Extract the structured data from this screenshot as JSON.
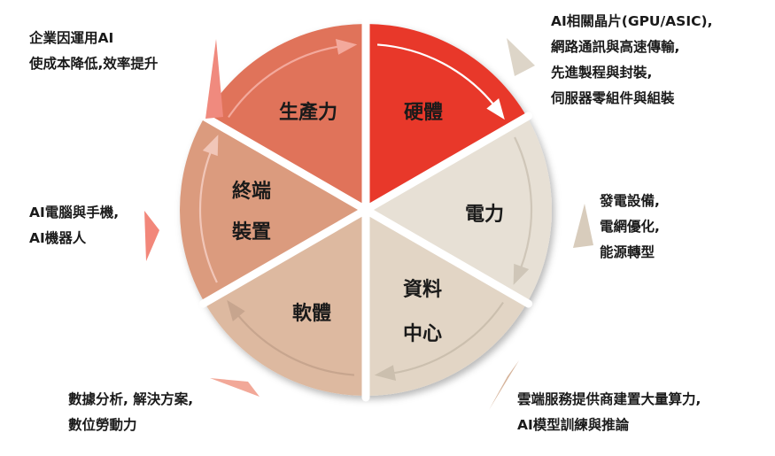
{
  "segments": [
    {
      "id": "productivity",
      "label_lines": [
        "生產力"
      ],
      "color": "#e8382c"
    },
    {
      "id": "hardware",
      "label_lines": [
        "硬體"
      ],
      "color": "#e7e0d5"
    },
    {
      "id": "power",
      "label_lines": [
        "電力"
      ],
      "color": "#e2d5c5"
    },
    {
      "id": "datacenter",
      "label_lines": [
        "資料",
        "中心"
      ],
      "color": "#ddb9a0"
    },
    {
      "id": "software",
      "label_lines": [
        "軟體"
      ],
      "color": "#db9b7e"
    },
    {
      "id": "devices",
      "label_lines": [
        "終端",
        "裝置"
      ],
      "color": "#e0735a"
    }
  ],
  "notes": {
    "productivity": [
      "企業因運用AI",
      "使成本降低,效率提升"
    ],
    "hardware": [
      "AI相關晶片(GPU/ASIC),",
      "網路通訊與高速傳輸,",
      "先進製程與封裝,",
      "伺服器零組件與組裝"
    ],
    "power": [
      "發電設備,",
      "電網優化,",
      "能源轉型"
    ],
    "datacenter": [
      "雲端服務提供商建置大量算力,",
      "AI模型訓練與推論"
    ],
    "software": [
      "數據分析, 解決方案,",
      "數位勞動力"
    ],
    "devices": [
      "AI電腦與手機,",
      "AI機器人"
    ]
  },
  "colors": {
    "divider": "#ffffff",
    "wedge_productivity": "#f08a7e",
    "wedge_hardware": "#ddd5c8",
    "wedge_power": "#d8ccbc",
    "wedge_datacenter": "#d6b49b",
    "wedge_software": "#f2a898",
    "wedge_devices": "#f2877a"
  }
}
